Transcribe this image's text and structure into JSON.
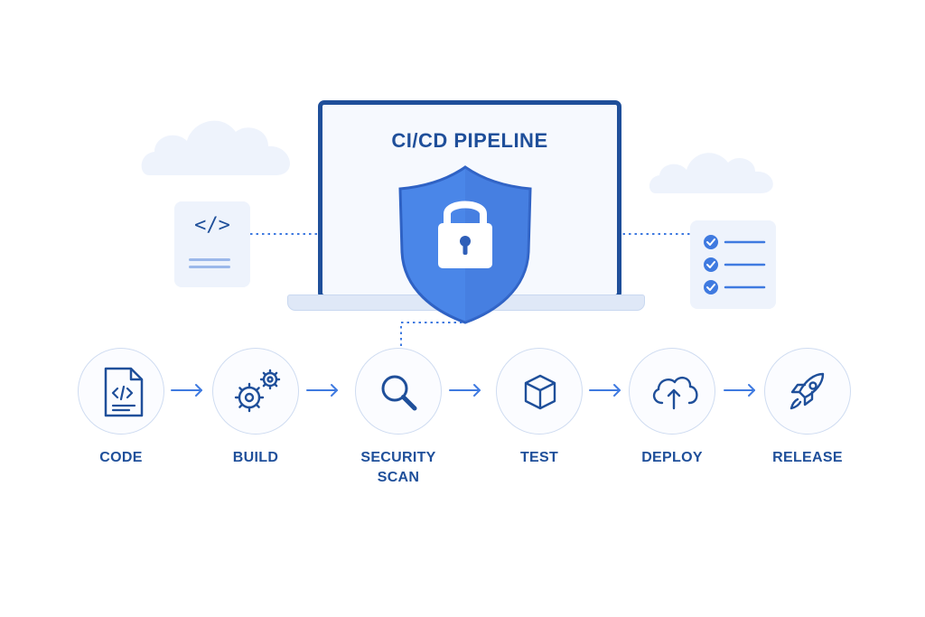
{
  "title": "CI/CD PIPELINE",
  "code_card": {
    "tag": "</>"
  },
  "stages": [
    {
      "label": "CODE",
      "icon": "code-file-icon"
    },
    {
      "label": "BUILD",
      "icon": "gears-icon"
    },
    {
      "label": "SECURITY\nSCAN",
      "icon": "magnifier-icon"
    },
    {
      "label": "TEST",
      "icon": "cube-icon"
    },
    {
      "label": "DEPLOY",
      "icon": "cloud-upload-icon"
    },
    {
      "label": "RELEASE",
      "icon": "rocket-icon"
    }
  ],
  "colors": {
    "primary": "#1f4f9a",
    "accent": "#3f7ae0",
    "shield": "#4a86e8",
    "light": "#eef3fc"
  }
}
